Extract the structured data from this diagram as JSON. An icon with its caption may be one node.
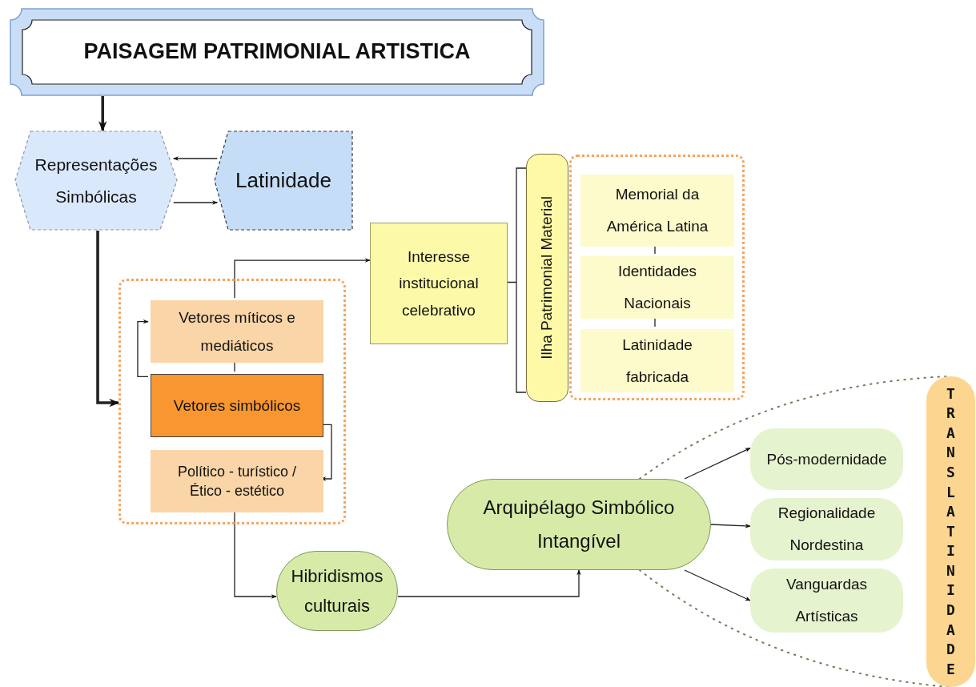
{
  "diagram": {
    "nodes": [
      {
        "text": [
          "PAISAGEM PATRIMONIAL ARTISTICA"
        ]
      },
      {
        "text": [
          "Representações Simbólicas"
        ]
      },
      {
        "text": [
          "Latinidade"
        ]
      },
      {
        "text": [],
        "shape": "box"
      },
      {
        "text": [
          "Vetores míticos e mediáticos"
        ],
        "in": 3
      },
      {
        "text": [
          "Vetores simbólicos"
        ],
        "in": 3
      },
      {
        "text": [
          "Político - turístico / Ético - estético"
        ],
        "in": 3
      },
      {
        "text": [
          "Interesse institucional celebrativo"
        ]
      },
      {
        "text": [],
        "shape": "box"
      },
      {
        "text": [
          "Ilha Patrimonial Material"
        ]
      },
      {
        "text": [
          "Memorial da América Latina"
        ],
        "in": 8
      },
      {
        "text": [
          "Identidades Nacionais"
        ],
        "in": 8
      },
      {
        "text": [
          "Latinidade fabricada"
        ],
        "in": 8
      },
      {
        "text": [
          "Hibridismos culturais"
        ]
      },
      {
        "text": [
          "Arquipélago Simbólico Intangível"
        ]
      },
      {
        "text": [
          "Pós-modernidade"
        ]
      },
      {
        "text": [
          "Regionalidade Nordestina"
        ]
      },
      {
        "text": [
          "Vanguardas Artísticas"
        ]
      },
      {
        "text": [
          "TRANSLATINIDADE"
        ]
      }
    ],
    "edges": [
      {
        "from": 0,
        "to": 1,
        "arrow": "to",
        "style": "thick"
      },
      {
        "from": 2,
        "to": 1,
        "arrow": "to"
      },
      {
        "from": 1,
        "to": 2,
        "arrow": "to"
      },
      {
        "from": 1,
        "to": 3,
        "arrow": "to",
        "style": "thick"
      },
      {
        "from": 4,
        "to": 7,
        "arrow": "to"
      },
      {
        "from": 5,
        "to": 4,
        "arrow": "to"
      },
      {
        "from": 5,
        "to": 6,
        "arrow": "to"
      },
      {
        "from": 4,
        "to": 5,
        "arrow": "none"
      },
      {
        "from": 6,
        "to": 13,
        "arrow": "to"
      },
      {
        "from": 13,
        "to": 14,
        "arrow": "to"
      },
      {
        "from": 7,
        "to": 9,
        "arrow": "none"
      },
      {
        "from": 10,
        "to": 11,
        "arrow": "none"
      },
      {
        "from": 11,
        "to": 12,
        "arrow": "none"
      },
      {
        "from": 14,
        "to": 15,
        "arrow": "to"
      },
      {
        "from": 14,
        "to": 16,
        "arrow": "to"
      },
      {
        "from": 14,
        "to": 17,
        "arrow": "to"
      },
      {
        "from": 14,
        "to": 18,
        "arrow": "none",
        "style": "dashed",
        "color": "#6f7f5a"
      },
      {
        "from": 14,
        "to": 18,
        "arrow": "none",
        "style": "dashed",
        "color": "#6f7f5a"
      }
    ]
  }
}
